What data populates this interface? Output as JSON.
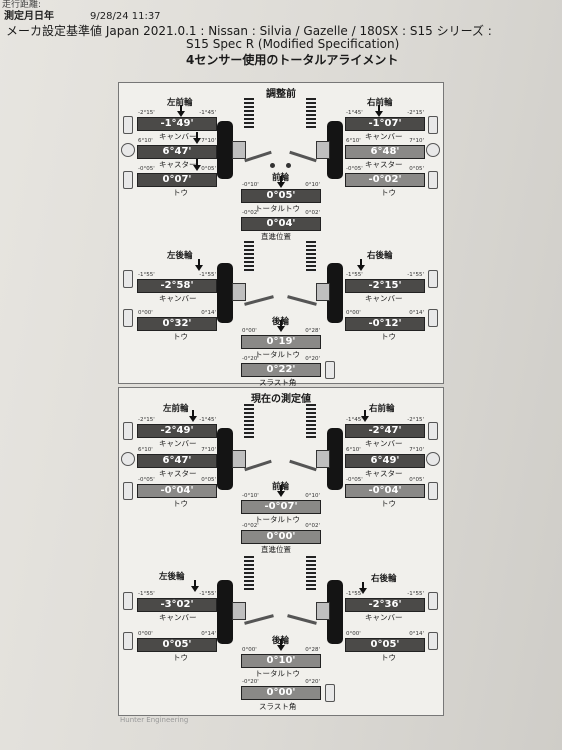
{
  "header": {
    "top_partial": "走行距離:",
    "date_label": "測定月日年",
    "date_value": "9/28/24 11:37",
    "title_line1": "メーカ設定基準値 Japan 2021.0.1 : Nissan : Silvia / Gazelle / 180SX : S15 シリーズ :",
    "title_line2": "S15  Spec R (Modified Specification)",
    "title_line3": "4センサー使用のトータルアライメント"
  },
  "before": {
    "title": "調整前",
    "front_left": {
      "label": "左前輪",
      "camber": "-1°49'",
      "caster": "6°47'",
      "toe": "0°07'"
    },
    "front_right": {
      "label": "右前輪",
      "camber": "-1°07'",
      "caster": "6°48'",
      "toe": "-0°02'"
    },
    "front": {
      "label": "前輪",
      "total_toe": "0°05'",
      "centering": "0°04'"
    },
    "rear_left": {
      "label": "左後輪",
      "camber": "-2°58'",
      "toe": "0°32'"
    },
    "rear_right": {
      "label": "右後輪",
      "camber": "-2°15'",
      "toe": "-0°12'"
    },
    "rear": {
      "label": "後輪",
      "total_toe": "0°19'",
      "thrust": "0°22'"
    }
  },
  "current": {
    "title": "現在の測定値",
    "front_left": {
      "label": "左前輪",
      "camber": "-2°49'",
      "caster": "6°47'",
      "toe": "-0°04'"
    },
    "front_right": {
      "label": "右前輪",
      "camber": "-2°47'",
      "caster": "6°49'",
      "toe": "-0°04'"
    },
    "front": {
      "label": "前輪",
      "total_toe": "-0°07'",
      "centering": "0°00'"
    },
    "rear_left": {
      "label": "左後輪",
      "camber": "-3°02'",
      "toe": "0°05'"
    },
    "rear_right": {
      "label": "右後輪",
      "camber": "-2°36'",
      "toe": "0°05'"
    },
    "rear": {
      "label": "後輪",
      "total_toe": "0°10'",
      "thrust": "0°00'"
    }
  },
  "labels": {
    "camber": "キャンバー",
    "caster": "キャスター",
    "toe": "トウ",
    "total_toe": "トータルトウ",
    "centering": "直進位置",
    "thrust": "スラスト角"
  },
  "limits": {
    "front_camber_lo": "-2°15'",
    "front_camber_hi": "-1°45'",
    "front_caster_lo": "6°10'",
    "front_caster_hi": "7°10'",
    "front_toe_lo": "-0°05'",
    "front_toe_hi": "0°05'",
    "total_toe_lo": "-0°10'",
    "total_toe_hi": "0°10'",
    "center_lo": "-0°02'",
    "center_hi": "0°02'",
    "rear_camber_lo": "-1°55'",
    "rear_camber_hi": "-1°55'",
    "rear_toe_lo": "0°00'",
    "rear_toe_hi": "0°14'",
    "rear_total_lo": "0°00'",
    "rear_total_hi": "0°28'",
    "thrust_lo": "-0°20'",
    "thrust_hi": "0°20'"
  },
  "footer": "Hunter Engineering"
}
